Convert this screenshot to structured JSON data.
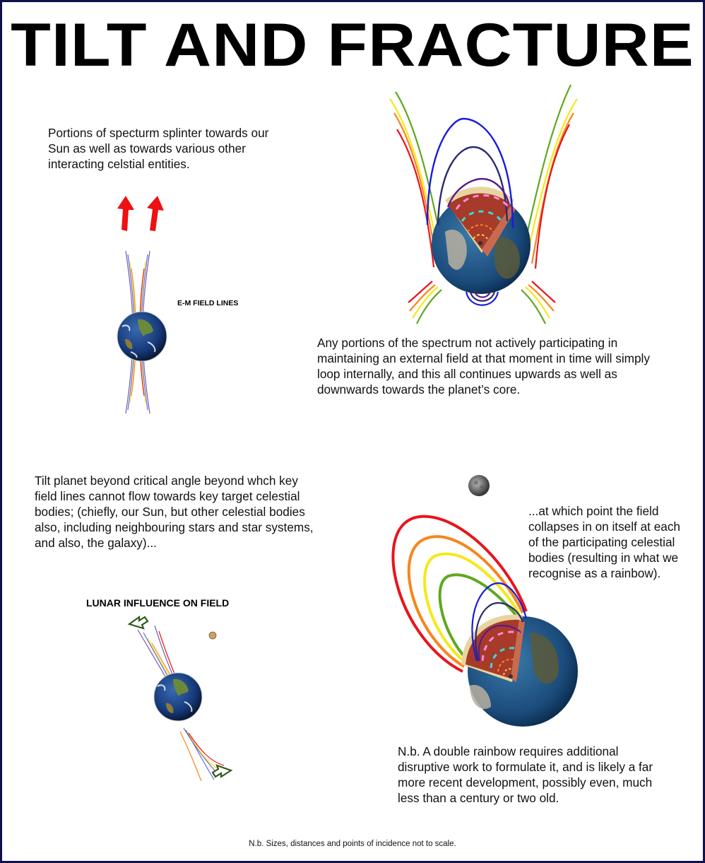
{
  "title": "TILT AND FRACTURE",
  "panels": {
    "top_left": {
      "caption": "Portions of specturm splinter towards our Sun as well as towards various other interacting celstial entities.",
      "label": "E-M FIELD LINES",
      "icons": [
        "red-arrow-up-icon",
        "red-arrow-up-icon",
        "earth-icon"
      ]
    },
    "top_right": {
      "caption": "Any portions of the spectrum not actively participating in maintaining an external field at that moment in time will simply loop internally, and this all continues upwards as well as downwards towards the planet’s core.",
      "icons": [
        "earth-cutaway-icon"
      ]
    },
    "bottom_left": {
      "caption": "Tilt planet beyond critical angle beyond whch key field lines cannot flow towards key target celestial bodies; (chiefly, our Sun, but other celestial bodies also, including neighbouring stars and star systems, and also, the galaxy)...",
      "label": "LUNAR INFLUENCE ON FIELD",
      "icons": [
        "green-outline-arrow-icon",
        "moon-icon",
        "earth-icon"
      ]
    },
    "bottom_right": {
      "caption": "...at which point the field collapses in on itself at each of the participating celestial bodies (resulting in what we recognise as a rainbow).",
      "note": "N.b. A double rainbow requires additional disruptive work to formulate it, and is likely a far more recent development, possibly even, much less than a century or two old.",
      "icons": [
        "moon-icon",
        "earth-cutaway-icon"
      ]
    }
  },
  "footer": "N.b. Sizes, distances and points of incidence not to scale.",
  "colors": {
    "border": "#10104a",
    "spectrum": [
      "#e8141a",
      "#f7861c",
      "#f5e81a",
      "#5fa81f",
      "#1a1ae0",
      "#2a2a6e",
      "#5a1a8a"
    ],
    "arrow_red": "#ee1111",
    "arrow_green": "#2f5a1a",
    "core": "#a83a2a"
  }
}
